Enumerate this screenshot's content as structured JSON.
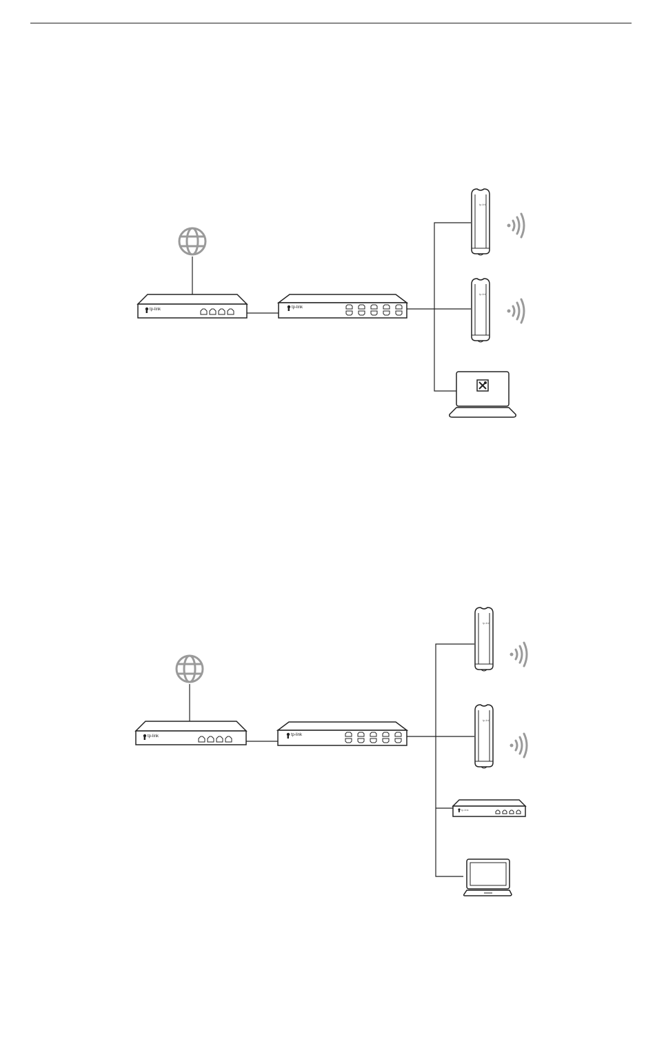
{
  "brand": {
    "logo_text": "tp-link",
    "ink_color": "#222222",
    "icon_gray": "#9a9a9a"
  },
  "diagrams": [
    {
      "devices": [
        "globe-icon",
        "router",
        "switch",
        "access-point",
        "access-point",
        "laptop-with-controller-icon"
      ]
    },
    {
      "devices": [
        "globe-icon",
        "router",
        "switch",
        "access-point",
        "access-point",
        "router",
        "laptop"
      ]
    }
  ]
}
